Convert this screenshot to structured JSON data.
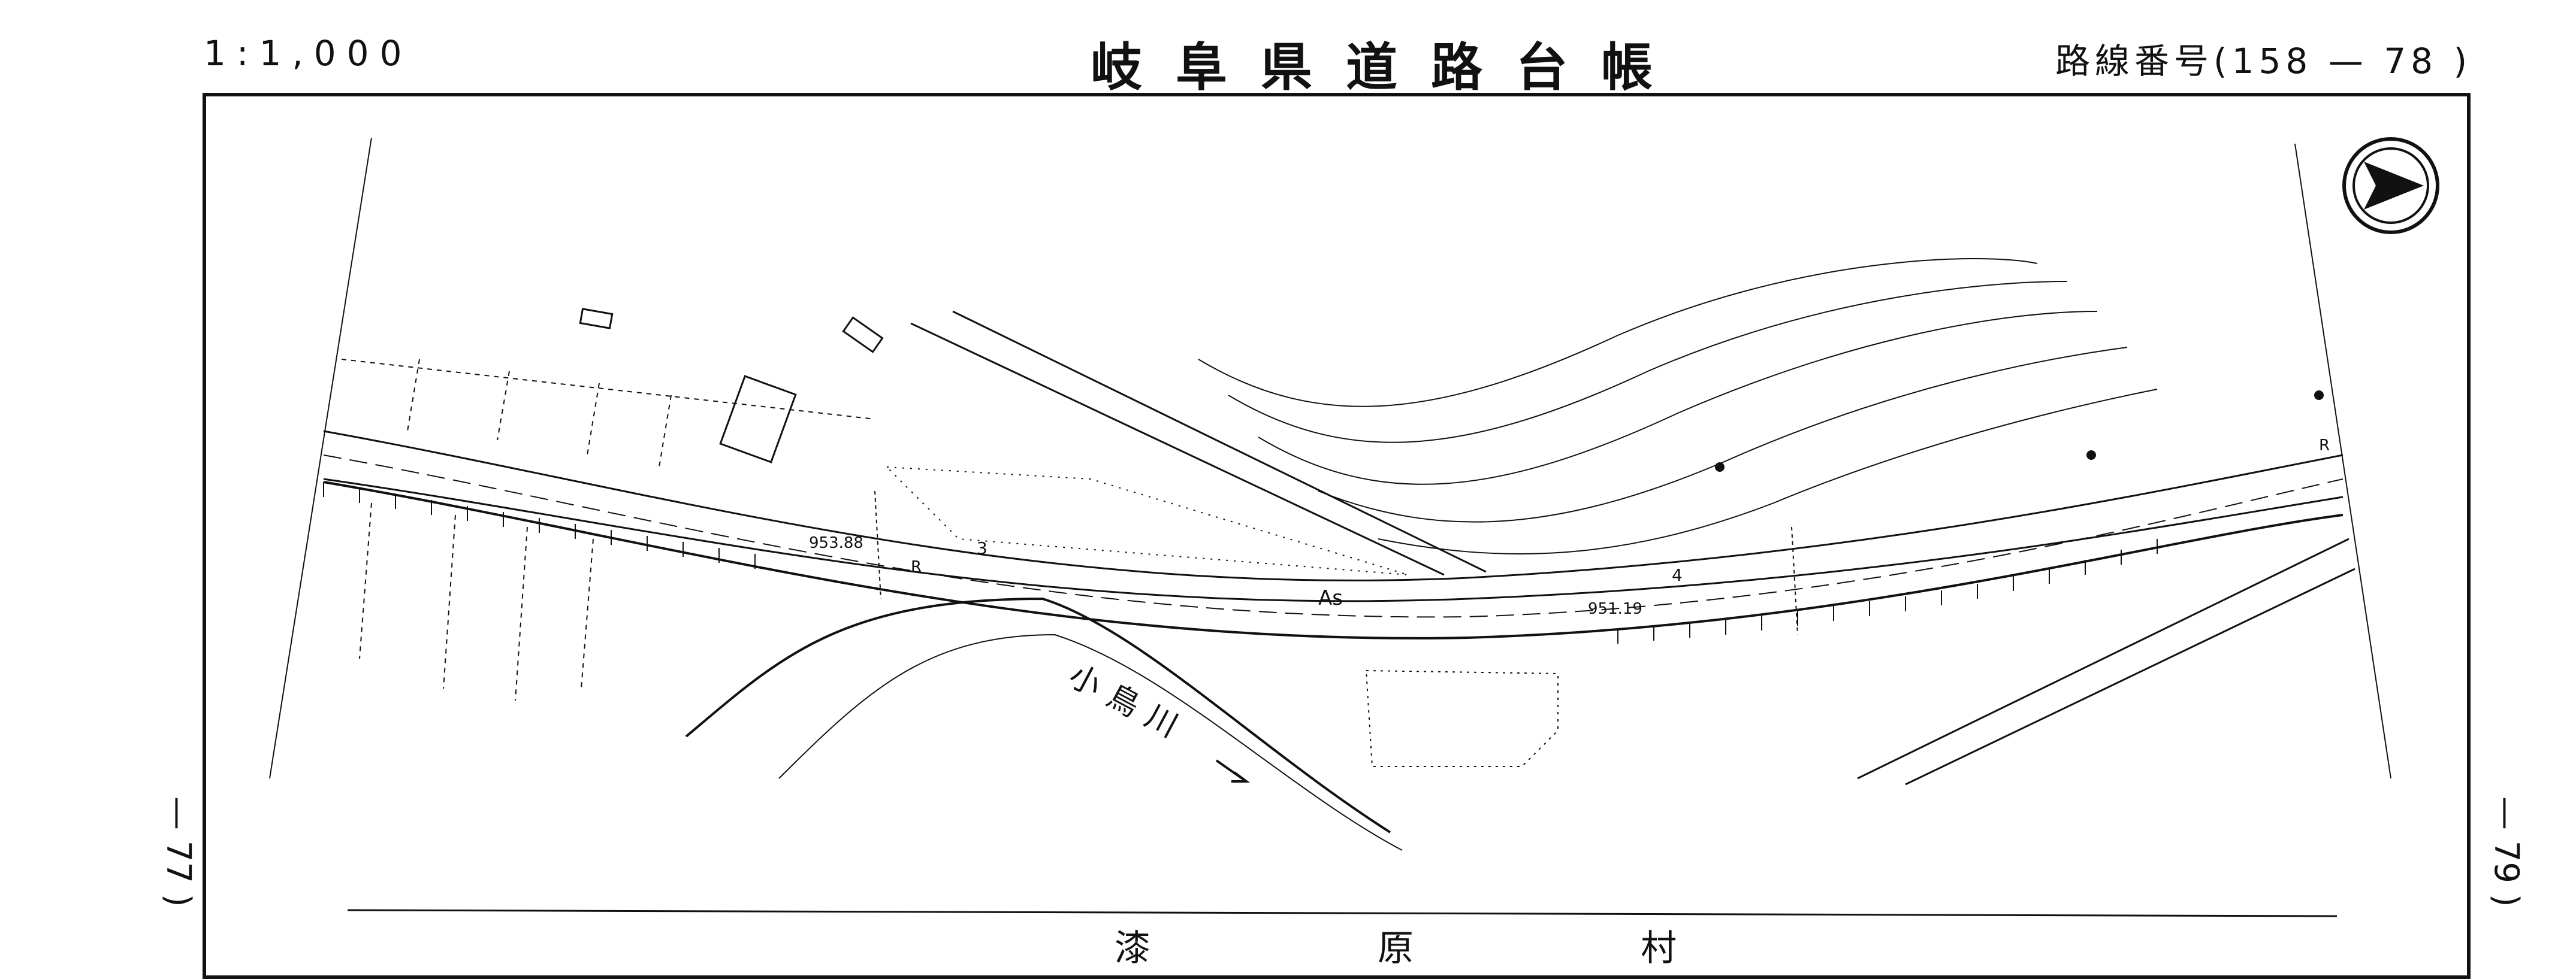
{
  "header": {
    "scale": "1:1,000",
    "title": "岐阜県道路台帳",
    "route_number": "路線番号(158 — 78 )"
  },
  "side_refs": {
    "previous_sheet": "— 77 )",
    "next_sheet": "— 79 )"
  },
  "map_labels": {
    "elev_1": "953.88",
    "elev_2": "951.19",
    "pavement": "As",
    "station_3": "3",
    "station_4": "4",
    "river_name": "小鳥川",
    "r_left": "R",
    "r_right": "R"
  },
  "footer": {
    "text": "漆 原 村"
  },
  "north_arrow": "north-arrow-icon"
}
